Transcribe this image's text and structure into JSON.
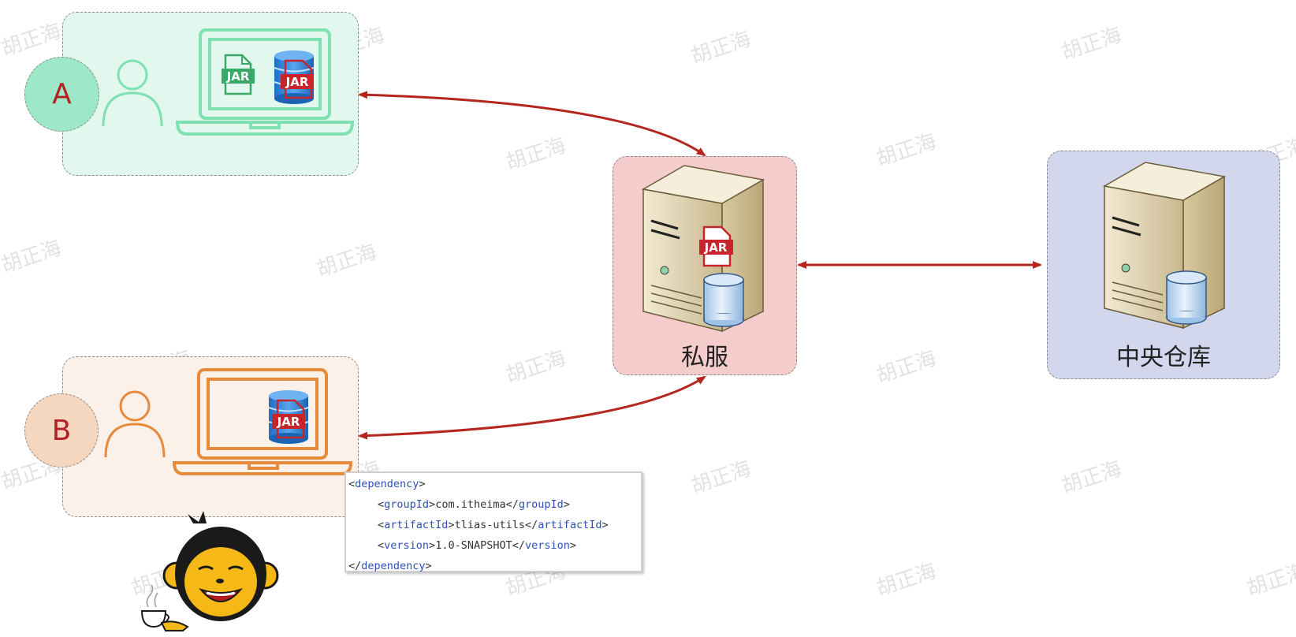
{
  "nodes": {
    "a": {
      "label": "A"
    },
    "b": {
      "label": "B"
    },
    "private_server": {
      "label": "私服",
      "jar_icon": "JAR"
    },
    "central_repo": {
      "label": "中央仓库"
    }
  },
  "icons": {
    "jar_text": "JAR"
  },
  "dependency": {
    "open": "dependency",
    "group_tag": "groupId",
    "group_value": "com.itheima",
    "artifact_tag": "artifactId",
    "artifact_value": "tlias-utils",
    "version_tag": "version",
    "version_value": "1.0-SNAPSHOT",
    "close": "dependency"
  },
  "watermark": "胡正海",
  "colors": {
    "panel_a": "#e2f8ef",
    "panel_b": "#fcf1e8",
    "panel_private": "#f5cccc",
    "panel_central": "#d2d7ee",
    "circle_a": "#9de8c8",
    "circle_b": "#f5d7bf",
    "laptop_a": "#7fe0b2",
    "laptop_b": "#e88a3c",
    "arrow": "#b5261e"
  }
}
